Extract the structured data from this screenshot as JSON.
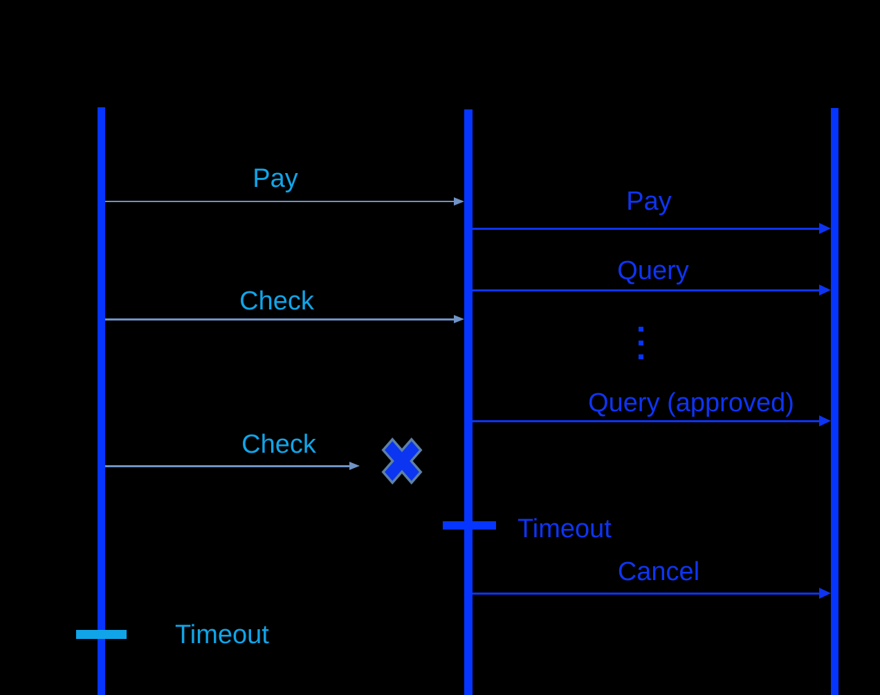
{
  "diagram": {
    "type": "sequence-diagram",
    "palette": {
      "background": "#000000",
      "lifeline_blue": "#0535FF",
      "message_blue": "#0E34F2",
      "accent_cyan": "#10A5E8",
      "external_arrow_slate": "#7093C5",
      "x_marker_fill": "#0B35F0",
      "x_marker_outline": "#5E80A4"
    },
    "lifelines": [
      {
        "position": "left"
      },
      {
        "position": "middle"
      },
      {
        "position": "right"
      }
    ],
    "messages": [
      {
        "label": "Pay",
        "from": "left",
        "to": "middle",
        "style": "external"
      },
      {
        "label": "Pay",
        "from": "middle",
        "to": "right",
        "style": "internal"
      },
      {
        "label": "Query",
        "from": "middle",
        "to": "right",
        "style": "internal"
      },
      {
        "label": "Check",
        "from": "left",
        "to": "middle",
        "style": "external"
      },
      {
        "label": "Query (approved)",
        "from": "middle",
        "to": "right",
        "style": "internal"
      },
      {
        "label": "Check",
        "from": "left",
        "to": "lost",
        "style": "external",
        "lost": true
      },
      {
        "label": "Cancel",
        "from": "middle",
        "to": "right",
        "style": "internal"
      }
    ],
    "timeouts": [
      {
        "label": "Timeout",
        "lifeline": "middle",
        "style": "internal"
      },
      {
        "label": "Timeout",
        "lifeline": "left",
        "style": "external"
      }
    ],
    "ellipsis": {
      "symbol": "vertical-dots",
      "count": 3
    },
    "lost_message_marker": {
      "symbol": "x-cross"
    }
  }
}
